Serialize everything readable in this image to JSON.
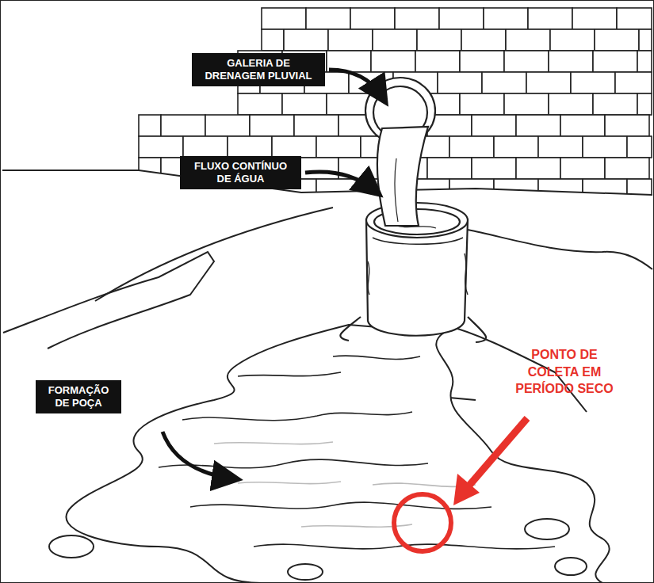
{
  "diagram": {
    "nodes": [
      {
        "text": [
          "GALERIA DE DRENAGEM PLUVIAL"
        ]
      },
      {
        "text": [
          "FLUXO CONTÍNUO DE ÁGUA"
        ]
      },
      {
        "text": [
          "FORMAÇÃO DE POÇA"
        ]
      }
    ],
    "labels": [
      "PONTO DE COLETA EM PERÍODO SECO"
    ]
  }
}
